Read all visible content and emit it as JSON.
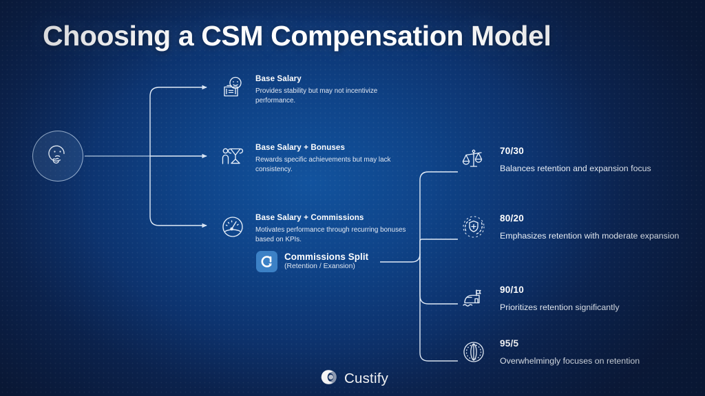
{
  "page": {
    "title": "Choosing a CSM Compensation Model",
    "background_dark": "#0b1c3f",
    "background_center": "#12539e",
    "accent": "#3c81c6",
    "text_color": "#ffffff"
  },
  "root": {
    "icon": "thinking-face-icon",
    "label": ""
  },
  "models": [
    {
      "icon": "salary-smiley-money-icon",
      "title": "Base Salary",
      "desc": "Provides stability but may not incentivize performance."
    },
    {
      "icon": "person-trophy-icon",
      "title": "Base Salary + Bonuses",
      "desc": "Rewards specific achievements but may lack consistency."
    },
    {
      "icon": "speedometer-gauge-icon",
      "title": "Base Salary + Commissions",
      "desc": "Motivates performance through recurring bonuses based on KPIs."
    }
  ],
  "split": {
    "badge_icon": "custify-c-arrow-icon",
    "title": "Commissions Split",
    "subtitle": "(Retention / Exansion)"
  },
  "splits": [
    {
      "icon": "balance-scales-icon",
      "ratio": "70/30",
      "desc": "Balances retention and expansion focus"
    },
    {
      "icon": "shield-plus-icon",
      "ratio": "80/20",
      "desc": "Emphasizes retention with moderate expansion"
    },
    {
      "icon": "fortress-flag-icon",
      "ratio": "90/10",
      "desc": "Prioritizes retention significantly"
    },
    {
      "icon": "vault-circle-icon",
      "ratio": "95/5",
      "desc": "Overwhelmingly focuses on retention"
    }
  ],
  "footer": {
    "logo_icon": "custify-logo-icon",
    "brand": "Custify"
  }
}
